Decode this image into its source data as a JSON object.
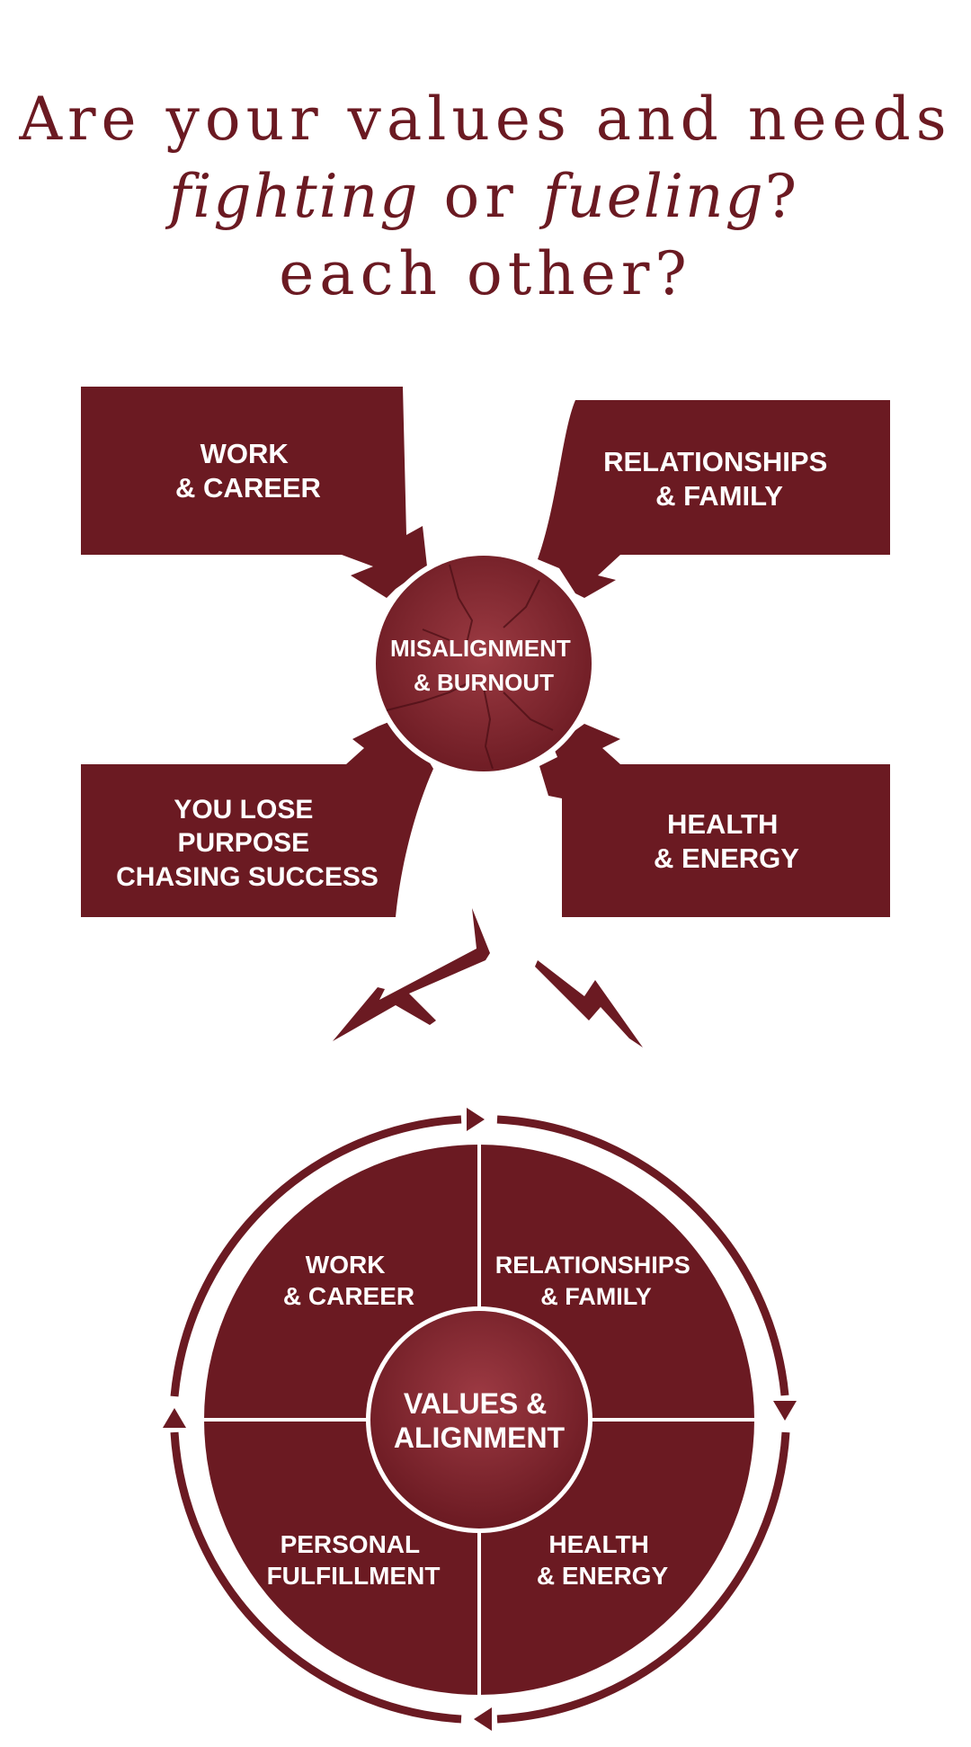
{
  "heading": {
    "line1": "Are your values and needs",
    "word_fighting": "fighting",
    "word_or": " or ",
    "word_fueling": "fueling",
    "punct": "?",
    "line3": "each other?"
  },
  "conflict": {
    "top_left": [
      "WORK",
      "& CAREER"
    ],
    "top_right": [
      "RELATIONSHIPS",
      "& FAMILY"
    ],
    "bottom_left": [
      "YOU LOSE",
      "PURPOSE",
      "CHASING SUCCESS"
    ],
    "bottom_right": [
      "HEALTH",
      "& ENERGY"
    ],
    "center": [
      "MISALIGNMENT",
      "& BURNOUT"
    ]
  },
  "wheel": {
    "q_top_left": [
      "WORK",
      "& CAREER"
    ],
    "q_top_right": [
      "RELATIONSHIPS",
      "& FAMILY"
    ],
    "q_bottom_left": [
      "PERSONAL",
      "FULFILLMENT"
    ],
    "q_bottom_right": [
      "HEALTH",
      "& ENERGY"
    ],
    "center": [
      "VALUES &",
      "ALIGNMENT"
    ]
  },
  "colors": {
    "primary": "#6b1a22",
    "dark": "#5e141b",
    "background": "#ffffff"
  },
  "icons": [
    "lightning-bolt-icon",
    "cycle-arrow-icon"
  ]
}
